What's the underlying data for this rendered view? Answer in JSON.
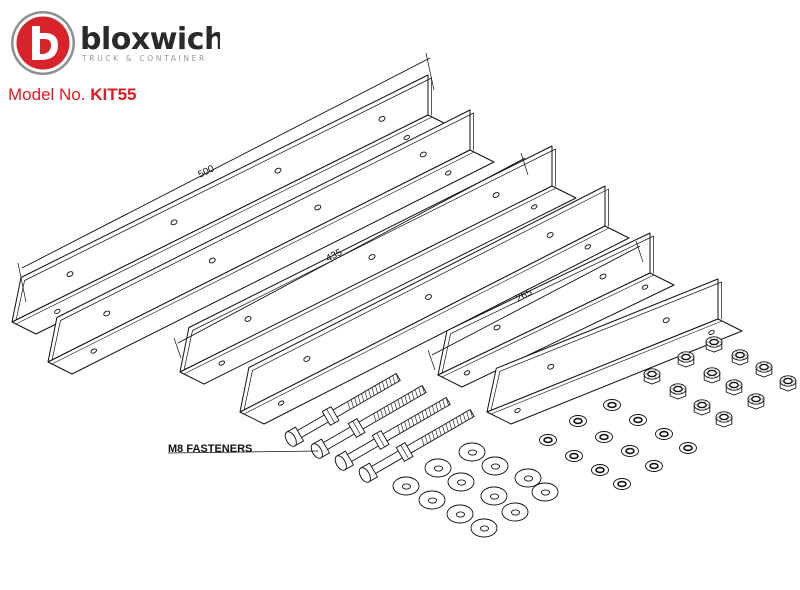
{
  "brand": {
    "name": "bloxwich",
    "tagline": "TRUCK & CONTAINER",
    "logo_red": "#d9232a",
    "logo_dark": "#2a2a2a"
  },
  "model": {
    "label": "Model No.",
    "code": "KIT55",
    "color": "#e8171f"
  },
  "drawing": {
    "dimensions": [
      "500",
      "435",
      "265"
    ],
    "callout": "M8 FASTENERS",
    "line_color": "#111111"
  }
}
